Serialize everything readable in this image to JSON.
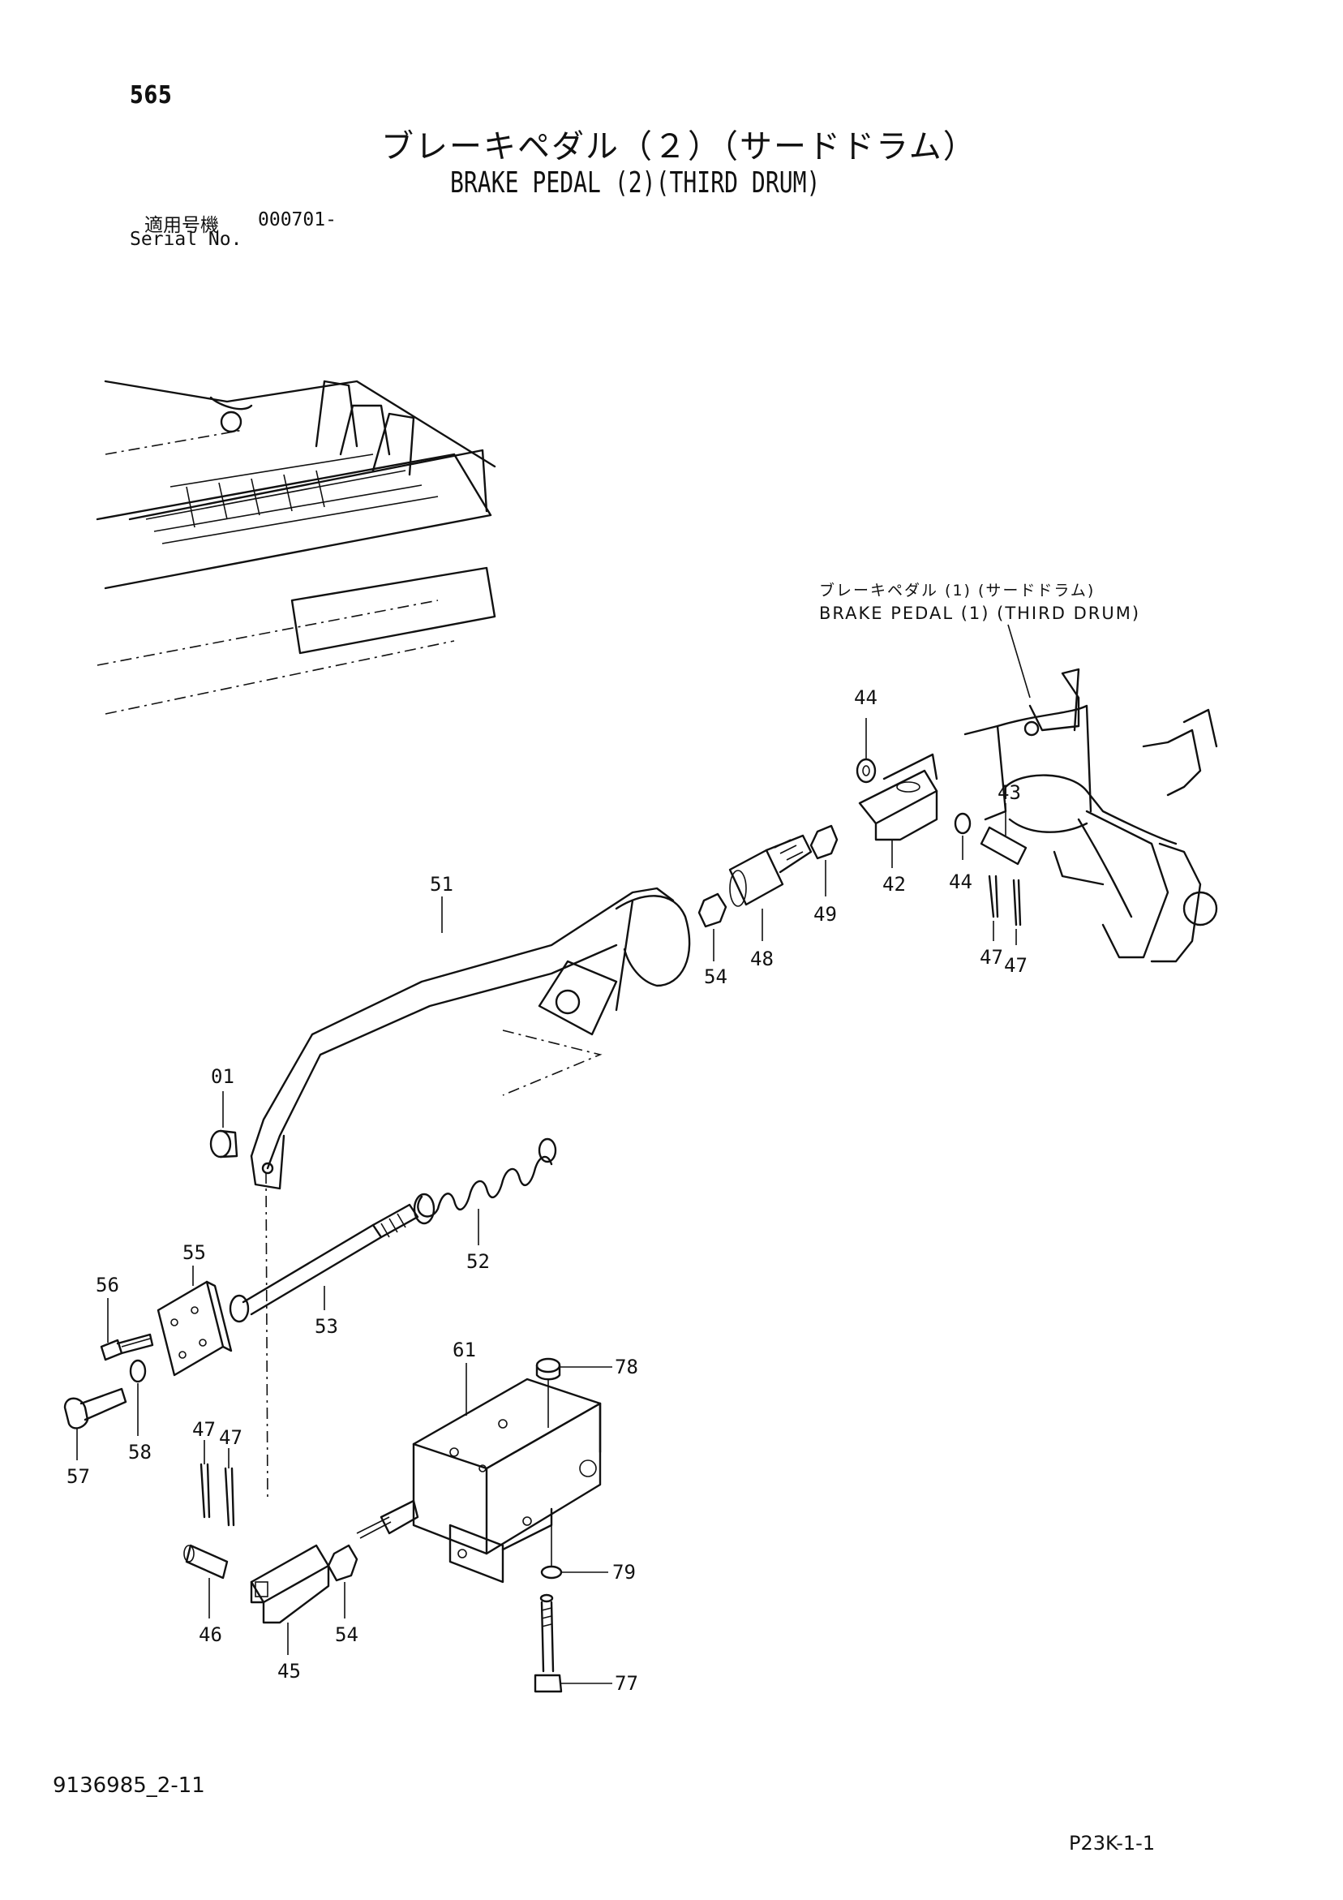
{
  "header": {
    "page_number": "565",
    "title_ja": "ブレーキペダル（２）（サードドラム）",
    "title_en": "BRAKE PEDAL (2)(THIRD DRUM)",
    "serial_label_ja": "適用号機",
    "serial_value": "000701-",
    "serial_label_en": "Serial No."
  },
  "reference": {
    "label_ja": "ブレーキペダル (1) (サードドラム)",
    "label_en": "BRAKE PEDAL (1) (THIRD DRUM)"
  },
  "callouts": {
    "c44a": "44",
    "c44b": "44",
    "c43": "43",
    "c42": "42",
    "c49": "49",
    "c48": "48",
    "c54a": "54",
    "c51": "51",
    "c47a": "47",
    "c47b": "47",
    "c01": "01",
    "c52": "52",
    "c55": "55",
    "c56": "56",
    "c53": "53",
    "c61": "61",
    "c78": "78",
    "c57": "57",
    "c58": "58",
    "c47c": "47",
    "c47d": "47",
    "c79": "79",
    "c46": "46",
    "c54b": "54",
    "c45": "45",
    "c77": "77"
  },
  "footer": {
    "doc_code": "9136985_2-11",
    "page_code": "P23K-1-1"
  }
}
